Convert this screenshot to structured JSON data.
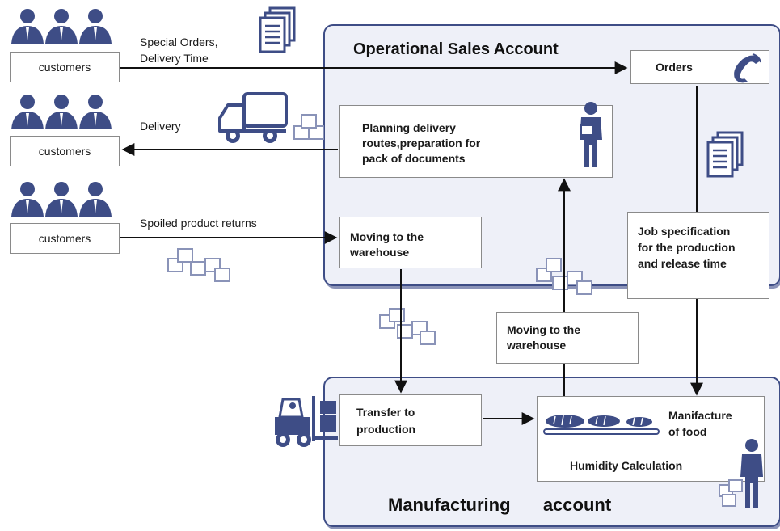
{
  "regions": {
    "sales_title": "Operational Sales Account",
    "manufacturing_title_1": "Manufacturing",
    "manufacturing_title_2": "account"
  },
  "customers": [
    "customers",
    "customers",
    "customers"
  ],
  "flows": {
    "special_orders_1": "Special Orders,",
    "special_orders_2": "Delivery Time",
    "delivery": "Delivery",
    "returns": "Spoiled product returns"
  },
  "boxes": {
    "orders": "Orders",
    "planning": [
      "Planning delivery",
      "routes,preparation for",
      "pack of documents"
    ],
    "moving_top": [
      "Moving to the",
      "warehouse"
    ],
    "job_spec": [
      "Job specification",
      "for the production",
      "and release time"
    ],
    "moving_mid": [
      "Moving to the",
      "warehouse"
    ],
    "transfer": [
      "Transfer to",
      "production"
    ],
    "manufacture": [
      "Manifacture",
      "of food"
    ],
    "humidity": "Humidity Calculation"
  },
  "colors": {
    "icon": "#3e4d86",
    "region_border": "#3e4d86",
    "region_fill": "#eef0f8"
  },
  "icons": [
    "people-group-icon",
    "document-stack-icon",
    "truck-icon",
    "boxes-icon",
    "phone-icon",
    "worker-icon",
    "forklift-icon",
    "bread-conveyor-icon"
  ]
}
